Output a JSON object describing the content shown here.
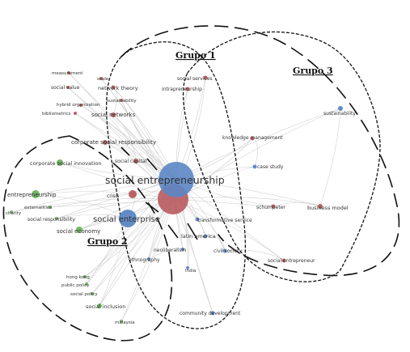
{
  "groups": {
    "g1": "Grupo 1",
    "g2": "Grupo 2",
    "g3": "Grupo 3"
  },
  "colors": {
    "red": "#b85a5e",
    "blue": "#5b86c4",
    "green": "#6db25c",
    "edge": "#c9c9c9"
  },
  "nodes": [
    {
      "id": "se",
      "label": "social entrepreneurship",
      "color": "blue"
    },
    {
      "id": "sent",
      "label": "social enterprise",
      "color": "blue"
    },
    {
      "id": "meas",
      "label": "measurement",
      "color": "red"
    },
    {
      "id": "scale",
      "label": "scale",
      "color": "red"
    },
    {
      "id": "sval",
      "label": "social value",
      "color": "red"
    },
    {
      "id": "nt",
      "label": "network theory",
      "color": "red"
    },
    {
      "id": "sust",
      "label": "sustainability",
      "color": "red"
    },
    {
      "id": "hyb",
      "label": "hybrid organization",
      "color": "red"
    },
    {
      "id": "bib",
      "label": "bibliometrics",
      "color": "red"
    },
    {
      "id": "snet",
      "label": "social networks",
      "color": "red"
    },
    {
      "id": "csr",
      "label": "corporate social responsibility",
      "color": "red"
    },
    {
      "id": "scap",
      "label": "social capital",
      "color": "red"
    },
    {
      "id": "csi",
      "label": "corporate social innovation",
      "color": "green"
    },
    {
      "id": "crisis",
      "label": "crisis",
      "color": "red"
    },
    {
      "id": "ent",
      "label": "entrepreneurship",
      "color": "green"
    },
    {
      "id": "ext",
      "label": "externalities",
      "color": "green"
    },
    {
      "id": "charity",
      "label": "charity",
      "color": "green"
    },
    {
      "id": "sresp",
      "label": "social responsibility",
      "color": "green"
    },
    {
      "id": "secon",
      "label": "social economy",
      "color": "green"
    },
    {
      "id": "sserv",
      "label": "social services",
      "color": "red"
    },
    {
      "id": "intra",
      "label": "intrapreneurship",
      "color": "red"
    },
    {
      "id": "km",
      "label": "knowledge management",
      "color": "red"
    },
    {
      "id": "sustain",
      "label": "sustainability",
      "color": "blue"
    },
    {
      "id": "case",
      "label": "case study",
      "color": "blue"
    },
    {
      "id": "schum",
      "label": "schumpeter",
      "color": "red"
    },
    {
      "id": "bm",
      "label": "business model",
      "color": "red"
    },
    {
      "id": "ts",
      "label": "transformative service",
      "color": "blue"
    },
    {
      "id": "la",
      "label": "latin america",
      "color": "blue"
    },
    {
      "id": "neo",
      "label": "neoliberalism",
      "color": "blue"
    },
    {
      "id": "civ",
      "label": "civil society",
      "color": "blue"
    },
    {
      "id": "eth",
      "label": "ethnography",
      "color": "blue"
    },
    {
      "id": "india",
      "label": "india",
      "color": "blue"
    },
    {
      "id": "sentr",
      "label": "social entrepreneur",
      "color": "red"
    },
    {
      "id": "hk",
      "label": "hong kong",
      "color": "green"
    },
    {
      "id": "pp",
      "label": "public policy",
      "color": "green"
    },
    {
      "id": "sp",
      "label": "social policy",
      "color": "green"
    },
    {
      "id": "si",
      "label": "social inclusion",
      "color": "green"
    },
    {
      "id": "mal",
      "label": "malaysia",
      "color": "green"
    },
    {
      "id": "cd",
      "label": "community development",
      "color": "blue"
    }
  ]
}
